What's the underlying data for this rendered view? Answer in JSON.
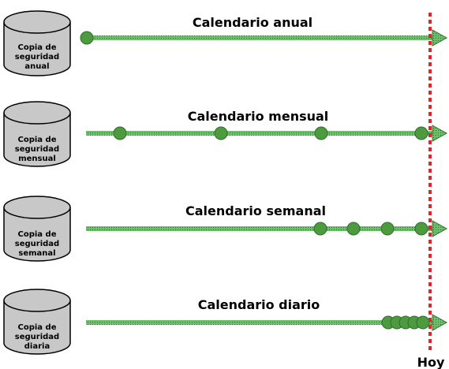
{
  "today_label": "Hoy",
  "colors": {
    "line": "#5cb85c",
    "line_dark": "#1f5f1f",
    "dot": "#4e9a3f",
    "today_line": "#e0262b",
    "cylinder_fill": "#c8c8c8",
    "cylinder_stroke": "#000000"
  },
  "rows": [
    {
      "title": "Calendario anual",
      "cylinder_label": [
        "Copia de",
        "seguridad",
        "anual"
      ],
      "backup_count": 1
    },
    {
      "title": "Calendario mensual",
      "cylinder_label": [
        "Copia de",
        "seguridad",
        "mensual"
      ],
      "backup_count": 4
    },
    {
      "title": "Calendario semanal",
      "cylinder_label": [
        "Copia de",
        "seguridad",
        "semanal"
      ],
      "backup_count": 4
    },
    {
      "title": "Calendario diario",
      "cylinder_label": [
        "Copia de",
        "seguridad",
        "diaria"
      ],
      "backup_count": 5
    }
  ]
}
